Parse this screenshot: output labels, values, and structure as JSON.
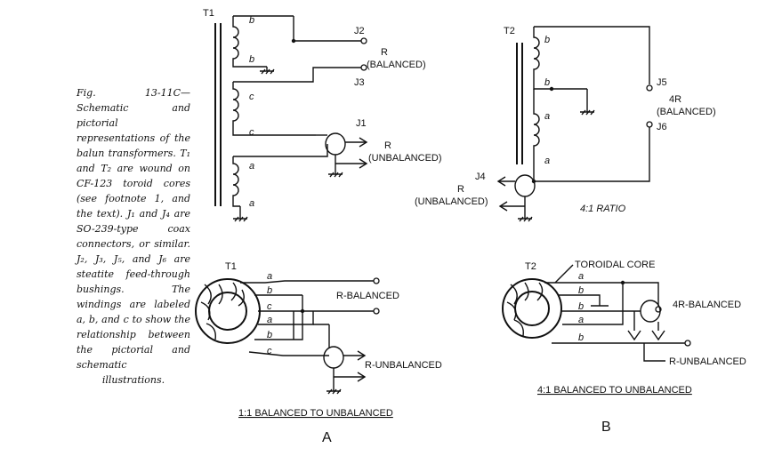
{
  "caption": "Fig. 13-11C—Schematic and pictorial representations of the balun transformers. T₁ and T₂ are wound on CF-123 toroid cores (see footnote 1, and the text). J₁ and J₄ are SO-239-type coax connectors, or similar. J₂, J₃, J₅, and J₆ are steatite feed-through bushings. The windings are labeled a, b, and c to show the relationship between the pictorial and schematic illustrations.",
  "schematic_t1": {
    "label": "T1",
    "winding_b": "b",
    "winding_c": "c",
    "winding_a": "a",
    "j1": "J1",
    "j2": "J2",
    "j3": "J3",
    "r_balanced": "R",
    "balanced": "(BALANCED)",
    "r_unbalanced": "R",
    "unbalanced": "(UNBALANCED)"
  },
  "schematic_t2": {
    "label": "T2",
    "winding_b": "b",
    "winding_a": "a",
    "j4": "J4",
    "j5": "J5",
    "j6": "J6",
    "r4": "4R",
    "balanced": "(BALANCED)",
    "r_unbalanced": "R",
    "unbalanced": "(UNBALANCED)",
    "ratio": "4:1 RATIO"
  },
  "pictorial_t1": {
    "label": "T1",
    "r_balanced": "R-BALANCED",
    "r_unbalanced": "R-UNBALANCED",
    "title": "1:1 BALANCED TO UNBALANCED",
    "letter": "A"
  },
  "pictorial_t2": {
    "label": "T2",
    "core": "TOROIDAL CORE",
    "r_balanced": "4R-BALANCED",
    "r_unbalanced": "R-UNBALANCED",
    "title": "4:1 BALANCED TO UNBALANCED",
    "letter": "B"
  }
}
